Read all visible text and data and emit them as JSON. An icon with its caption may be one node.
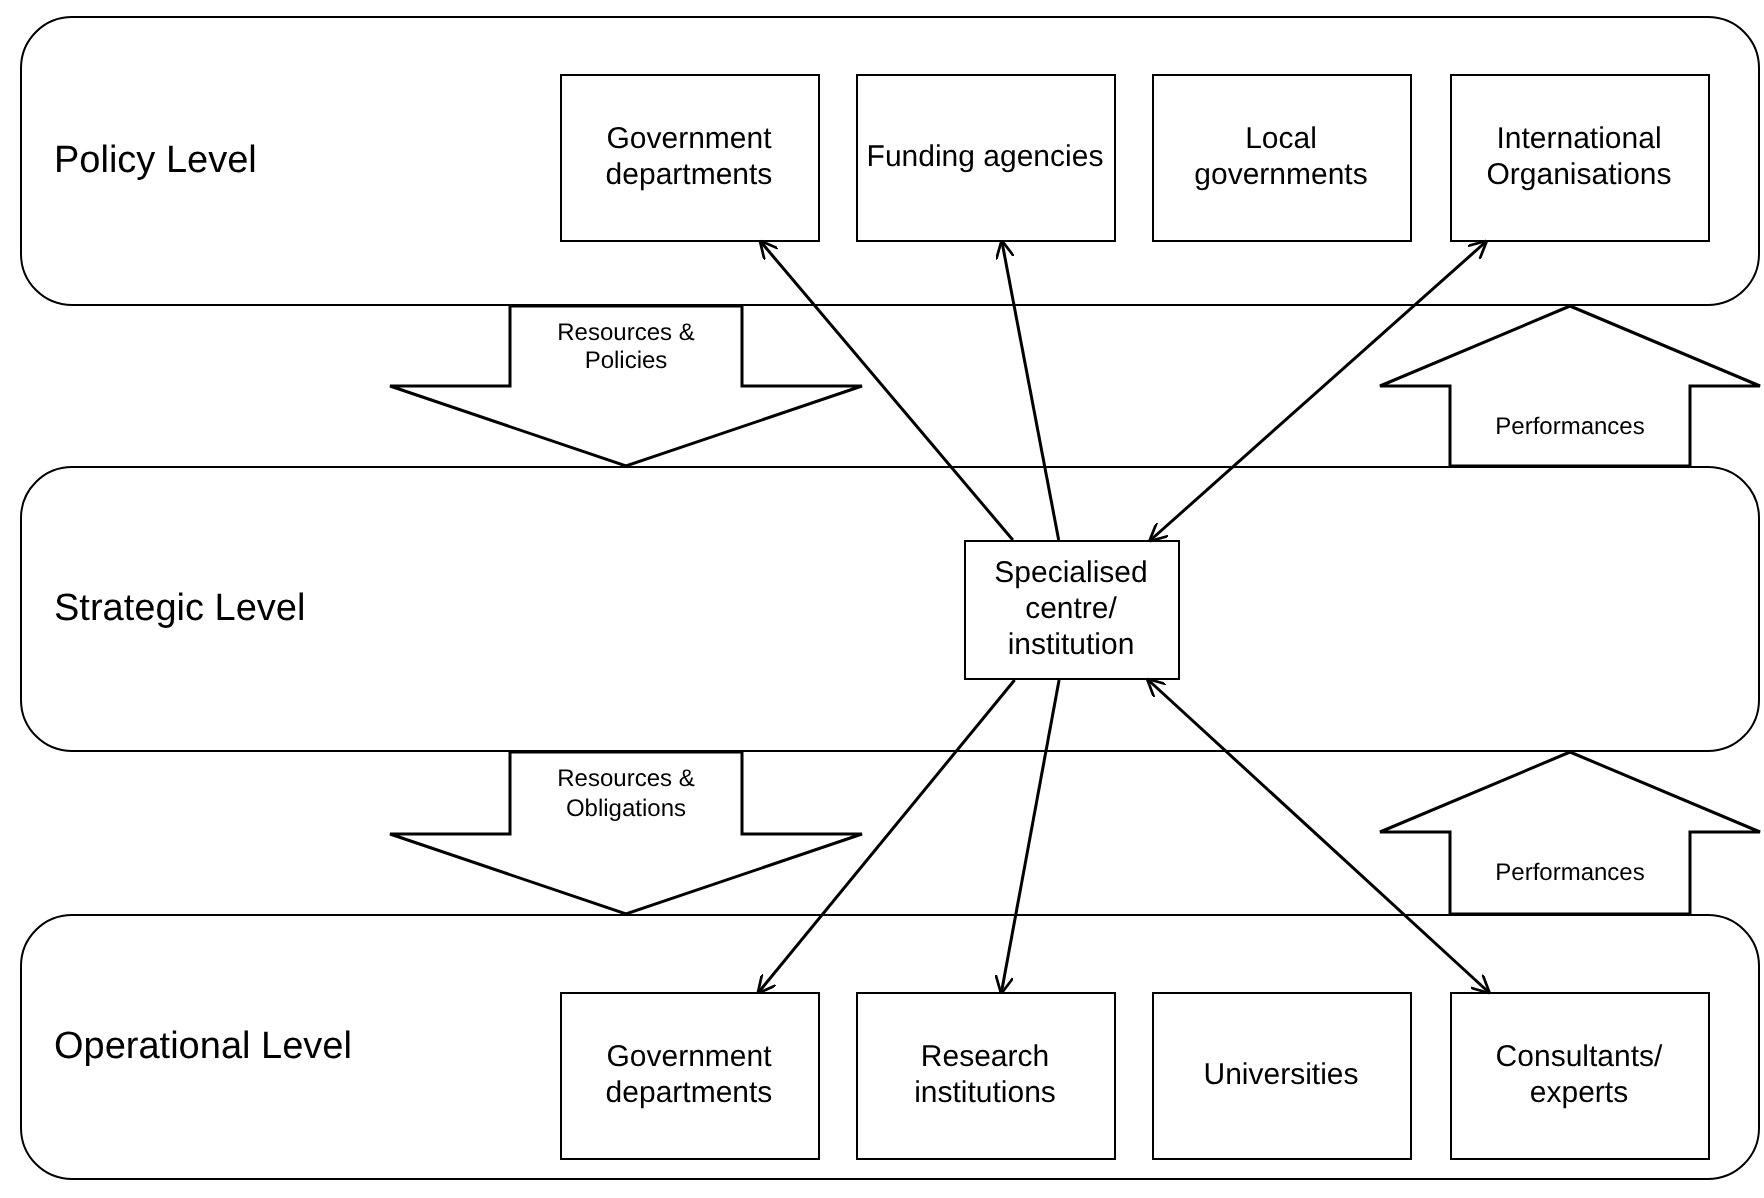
{
  "diagram": {
    "nodes": [
      {
        "text": [
          "Policy Level"
        ]
      },
      {
        "text": [
          "Government departments"
        ],
        "in": 0
      },
      {
        "text": [
          "Funding agencies"
        ],
        "in": 0
      },
      {
        "text": [
          "Local governments"
        ],
        "in": 0
      },
      {
        "text": [
          "International Organisations"
        ],
        "in": 0
      },
      {
        "text": [
          "Strategic Level"
        ]
      },
      {
        "text": [
          "Specialised centre/ institution"
        ],
        "in": 5
      },
      {
        "text": [
          "Operational Level"
        ]
      },
      {
        "text": [
          "Government departments"
        ],
        "in": 7
      },
      {
        "text": [
          "Research institutions"
        ],
        "in": 7
      },
      {
        "text": [
          "Universities"
        ],
        "in": 7
      },
      {
        "text": [
          "Consultants/ experts"
        ],
        "in": 7
      }
    ],
    "edges": [
      {
        "from": 0,
        "to": 5,
        "arrow": "to",
        "label": "Resources & Policies",
        "style": "thick"
      },
      {
        "from": 5,
        "to": 0,
        "arrow": "to",
        "label": "Performances",
        "style": "thick"
      },
      {
        "from": 5,
        "to": 7,
        "arrow": "to",
        "label": "Resources & Obligations",
        "style": "thick"
      },
      {
        "from": 7,
        "to": 5,
        "arrow": "to",
        "label": "Performances",
        "style": "thick"
      },
      {
        "from": 6,
        "to": 1,
        "arrow": "to"
      },
      {
        "from": 6,
        "to": 2,
        "arrow": "to"
      },
      {
        "from": 6,
        "to": 4,
        "arrow": "both"
      },
      {
        "from": 6,
        "to": 8,
        "arrow": "to"
      },
      {
        "from": 6,
        "to": 9,
        "arrow": "to"
      },
      {
        "from": 6,
        "to": 11,
        "arrow": "both"
      }
    ]
  }
}
